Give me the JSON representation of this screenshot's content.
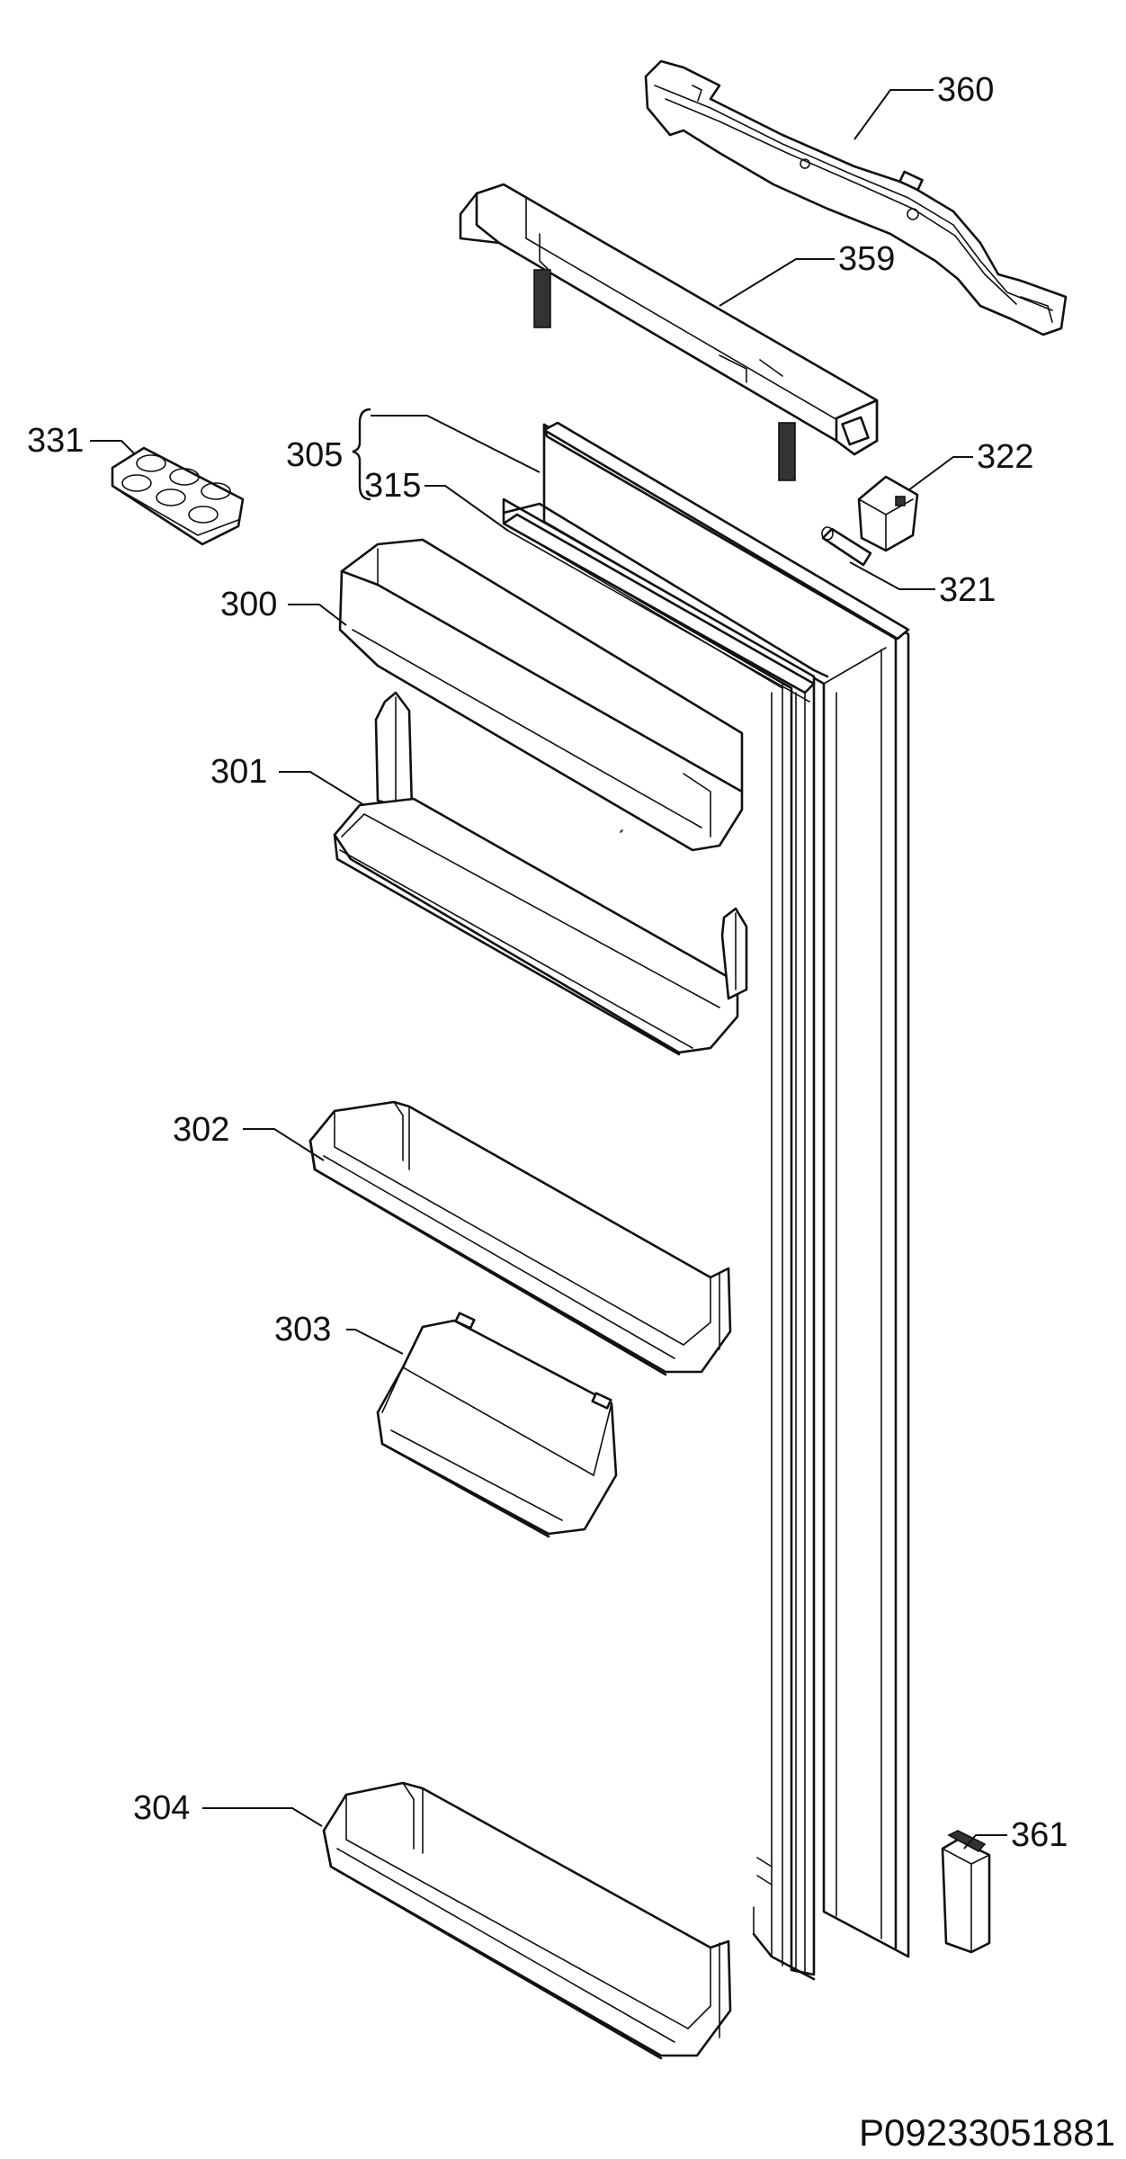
{
  "parts": [
    {
      "id": "360",
      "label": "360"
    },
    {
      "id": "359",
      "label": "359"
    },
    {
      "id": "331",
      "label": "331"
    },
    {
      "id": "305",
      "label": "305"
    },
    {
      "id": "315",
      "label": "315"
    },
    {
      "id": "322",
      "label": "322"
    },
    {
      "id": "321",
      "label": "321"
    },
    {
      "id": "300",
      "label": "300"
    },
    {
      "id": "301",
      "label": "301"
    },
    {
      "id": "302",
      "label": "302"
    },
    {
      "id": "303",
      "label": "303"
    },
    {
      "id": "304",
      "label": "304"
    },
    {
      "id": "361",
      "label": "361"
    }
  ],
  "reference_code": "P09233051881"
}
